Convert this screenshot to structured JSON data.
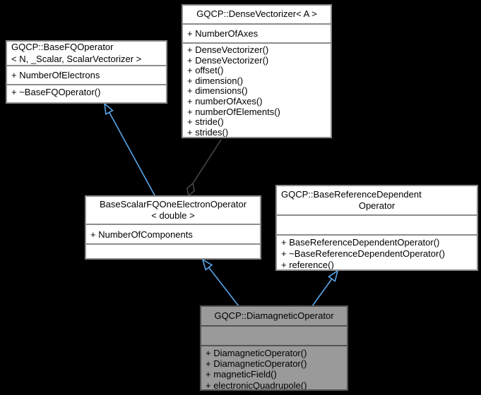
{
  "diagram": {
    "kind": "uml-class-inheritance-diagram",
    "classes": [
      {
        "id": "base-fq-operator",
        "title_line1": "GQCP::BaseFQOperator",
        "title_line2": "< N, _Scalar, ScalarVectorizer >",
        "attributes": [
          "+ NumberOfElectrons"
        ],
        "methods": [
          "+ ~BaseFQOperator()"
        ],
        "highlighted": false
      },
      {
        "id": "dense-vectorizer",
        "title_line1": "GQCP::DenseVectorizer< A >",
        "title_line2": "",
        "attributes": [
          "+ NumberOfAxes"
        ],
        "methods": [
          "+ DenseVectorizer()",
          "+ DenseVectorizer()",
          "+ offset()",
          "+ dimension()",
          "+ dimensions()",
          "+ numberOfAxes()",
          "+ numberOfElements()",
          "+ stride()",
          "+ strides()"
        ],
        "highlighted": false
      },
      {
        "id": "base-scalar-fq-one-electron-operator",
        "title_line1": "BaseScalarFQOneElectronOperator",
        "title_line2": "< double >",
        "attributes": [
          "+ NumberOfComponents"
        ],
        "methods": [],
        "highlighted": false
      },
      {
        "id": "base-reference-dependent-operator",
        "title_line1": "GQCP::BaseReferenceDependent",
        "title_line2": "Operator",
        "attributes": [],
        "methods": [
          "+ BaseReferenceDependentOperator()",
          "+ ~BaseReferenceDependentOperator()",
          "+ reference()"
        ],
        "highlighted": false
      },
      {
        "id": "diamagnetic-operator",
        "title_line1": "GQCP::DiamagneticOperator",
        "title_line2": "",
        "attributes": [],
        "methods": [
          "+ DiamagneticOperator()",
          "+ DiamagneticOperator()",
          "+ magneticField()",
          "+ electronicQuadrupole()"
        ],
        "highlighted": true
      }
    ],
    "relations": [
      {
        "type": "inheritance",
        "from": "BaseScalarFQOneElectronOperator< double >",
        "to": "GQCP::BaseFQOperator< N, _Scalar, ScalarVectorizer >"
      },
      {
        "type": "inheritance",
        "from": "GQCP::DiamagneticOperator",
        "to": "BaseScalarFQOneElectronOperator< double >"
      },
      {
        "type": "inheritance",
        "from": "GQCP::DiamagneticOperator",
        "to": "GQCP::BaseReferenceDependentOperator"
      },
      {
        "type": "aggregation",
        "from": "BaseScalarFQOneElectronOperator< double >",
        "to": "GQCP::DenseVectorizer< A >"
      }
    ]
  },
  "colors": {
    "background": "#000000",
    "node_fill": "#ffffff",
    "node_border": "#8c8c8c",
    "highlight_fill": "#9a9a9a",
    "highlight_border": "#545454",
    "text": "#000000",
    "inheritance_edge": "#58a6ec",
    "usage_edge": "#474747"
  }
}
